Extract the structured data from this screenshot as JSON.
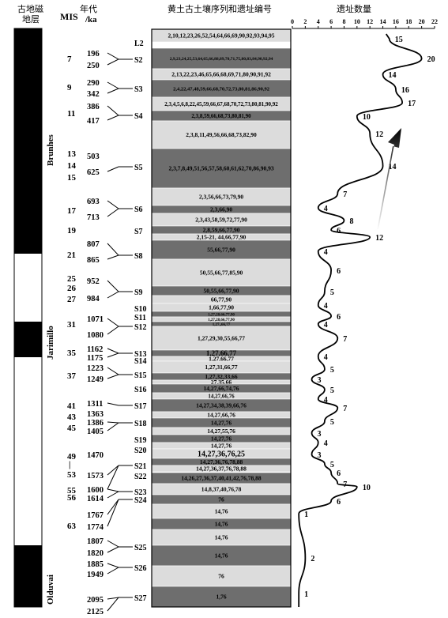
{
  "headers": {
    "polarity_line1": "古地磁",
    "polarity_line2": "地层",
    "mis": "MIS",
    "age_line1": "年代",
    "age_line2": "/ka",
    "sequence": "黄土古土壤序列和遗址编号",
    "count": "遗址数量"
  },
  "chrons": [
    "Brunhes",
    "Jarimillo",
    "Olduvai"
  ],
  "count_axis": {
    "ticks": [
      "0",
      "2",
      "4",
      "6",
      "8",
      "10",
      "12",
      "14",
      "16",
      "18",
      "20",
      "22"
    ],
    "min": 0,
    "max": 22
  },
  "ages": [
    "196",
    "250",
    "290",
    "342",
    "386",
    "417",
    "503",
    "625",
    "693",
    "713",
    "807",
    "865",
    "952",
    "984",
    "1071",
    "1080",
    "1162",
    "1175",
    "1223",
    "1249",
    "1311",
    "1363",
    "1386",
    "1405",
    "1470",
    "1573",
    "1600",
    "1614",
    "1767",
    "1774",
    "1807",
    "1820",
    "1885",
    "1949",
    "2095",
    "2125"
  ],
  "mis": [
    "7",
    "9",
    "11",
    "13",
    "14",
    "15",
    "17",
    "19",
    "21",
    "25",
    "26",
    "27",
    "31",
    "35",
    "37",
    "41",
    "43",
    "45",
    "49",
    "53",
    "55",
    "56",
    "63"
  ],
  "layers": [
    {
      "label": "L2",
      "sites": "2,10,12,23,26,52,54,64,66,69,90,92,93,94,95"
    },
    {
      "label": "S2",
      "sites": "2,9,23,24,25,53,64,65,66,88,89,70,71,75,80,83,84,90,92,94"
    },
    {
      "label": "",
      "sites": "2,13,22,23,46,65,66,68,69,71,80,90,91,92"
    },
    {
      "label": "S3",
      "sites": "2,4,22,47,48,59,66,68,70,72,73,80,81,86,90,92"
    },
    {
      "label": "",
      "sites": "2,3,4,5,6,8,22,45,59,66,67,68,70,72,73,80,81,90,92"
    },
    {
      "label": "S4",
      "sites": "2,3,8,59,66,68,73,80,81,90"
    },
    {
      "label": "",
      "sites": "2,3,8,11,49,56,66,68,73,82,90"
    },
    {
      "label": "S5",
      "sites": "2,3,7,8,49,51,56,57,58,60,61,62,70,86,90,93"
    },
    {
      "label": "",
      "sites": "2,3,56,66,73,79,90"
    },
    {
      "label": "S6",
      "sites": "2,3,66,90"
    },
    {
      "label": "",
      "sites": "2,3,43,58,59,72,77,90"
    },
    {
      "label": "S7",
      "sites": "2,8,59,66,77,90"
    },
    {
      "label": "",
      "sites": "2,15-21, 44,66,77,90"
    },
    {
      "label": "S8",
      "sites": "55,66,77,90"
    },
    {
      "label": "",
      "sites": "50,55,66,77,85,90"
    },
    {
      "label": "S9",
      "sites": "50,55,66,77,90"
    },
    {
      "label": "S10",
      "sites": "66,77,90"
    },
    {
      "label": "",
      "sites": "1,66,77,90"
    },
    {
      "label": "S11",
      "sites": "1,27,28,66,77,90"
    },
    {
      "label": "S12",
      "sites": "1,27,28,66,77,90"
    },
    {
      "label": "",
      "sites": "1,27,,66,77"
    },
    {
      "label": "",
      "sites": "1,27,29,30,55,66,77"
    },
    {
      "label": "S13",
      "sites": "1,27,66,77"
    },
    {
      "label": "S14",
      "sites": "1,27,66,77"
    },
    {
      "label": "",
      "sites": "1,27,31,66,77"
    },
    {
      "label": "S15",
      "sites": "1,27,32,33,66"
    },
    {
      "label": "",
      "sites": "27,35,66"
    },
    {
      "label": "S16",
      "sites": "14,27,66,74,76"
    },
    {
      "label": "",
      "sites": "14,27,66,76"
    },
    {
      "label": "S17",
      "sites": "14,27,34,38,39,66,76"
    },
    {
      "label": "",
      "sites": "14,27,66,76"
    },
    {
      "label": "S18",
      "sites": "14,27,76"
    },
    {
      "label": "",
      "sites": "14,27,55,76"
    },
    {
      "label": "S19",
      "sites": "14,27,76"
    },
    {
      "label": "S20",
      "sites": "14,27,76"
    },
    {
      "label": "",
      "sites": "14,27,36,76,25"
    },
    {
      "label": "S21",
      "sites": "14,27,36,76,78,88"
    },
    {
      "label": "S22",
      "sites": "14,27,36,37,76,78,88"
    },
    {
      "label": "S23",
      "sites": "14,26,27,36,37,40,41,42,76,78,88"
    },
    {
      "label": "",
      "sites": "14,8,37,40,76,78"
    },
    {
      "label": "S24",
      "sites": "76"
    },
    {
      "label": "",
      "sites": "14,76"
    },
    {
      "label": "S25",
      "sites": "14,76"
    },
    {
      "label": "",
      "sites": "14,76"
    },
    {
      "label": "S26",
      "sites": "14,76"
    },
    {
      "label": "",
      "sites": "76"
    },
    {
      "label": "S27",
      "sites": "1,76"
    }
  ],
  "counts": [
    "15",
    "20",
    "14",
    "16",
    "17",
    "10",
    "12",
    "14",
    "7",
    "4",
    "8",
    "6",
    "12",
    "4",
    "6",
    "5",
    "4",
    "6",
    "4",
    "7",
    "4",
    "5",
    "3",
    "5",
    "4",
    "7",
    "5",
    "3",
    "4",
    "3",
    "5",
    "6",
    "7",
    "10",
    "6",
    "1",
    "2",
    "1"
  ]
}
